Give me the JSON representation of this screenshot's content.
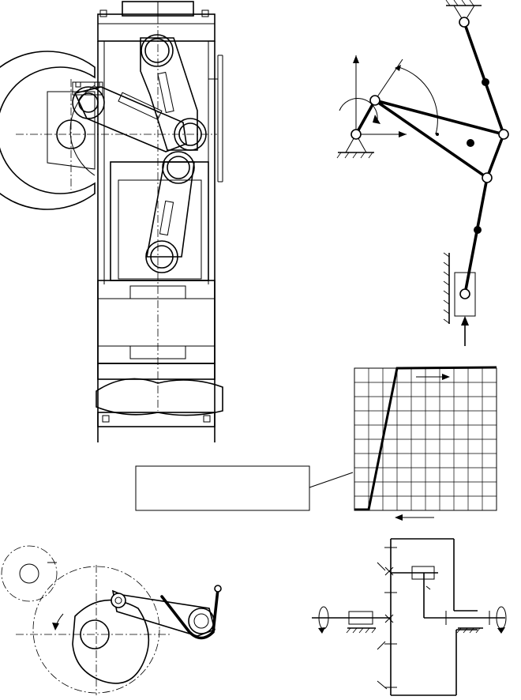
{
  "figure": {
    "panels": [
      {
        "id": "press-mechanism-drawing"
      },
      {
        "id": "linkage-kinematic-diagram"
      },
      {
        "id": "ram-motion-graph"
      },
      {
        "id": "cam-feed-mechanism"
      },
      {
        "id": "gear-train-schematic"
      }
    ],
    "annotation_box_text": "",
    "colors": {
      "line": "#000000",
      "background": "#ffffff"
    }
  }
}
